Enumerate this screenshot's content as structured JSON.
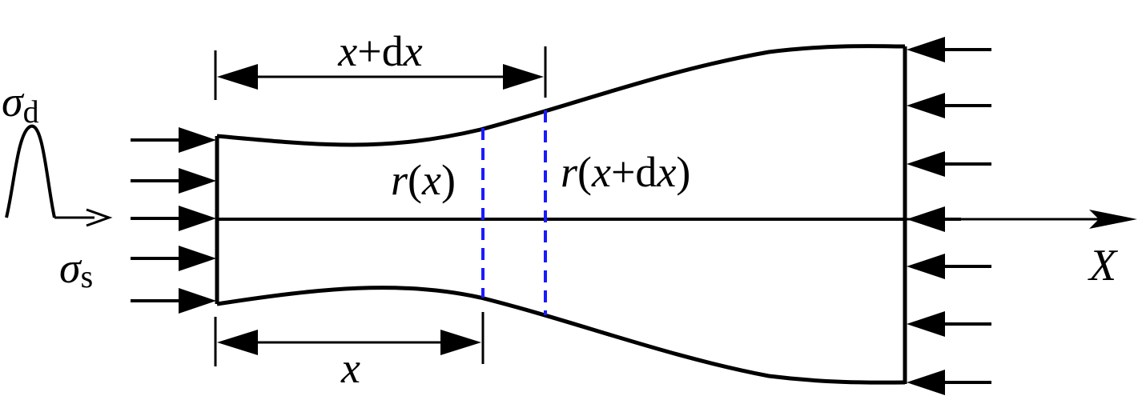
{
  "labels": {
    "x_plus_dx": "x+dx",
    "x": "x",
    "r_x": "r(x)",
    "r_x_plus_dx": "r(x+dx)",
    "sigma_d_main": "σ",
    "sigma_d_sub": "d",
    "sigma_s_main": "σ",
    "sigma_s_sub": "s",
    "axis_X": "X"
  },
  "colors": {
    "stroke": "#000000",
    "section_dashes": "#1a1aff"
  },
  "icons": {
    "pulse": "pulse-waveform-icon",
    "arrow": "arrowhead"
  }
}
